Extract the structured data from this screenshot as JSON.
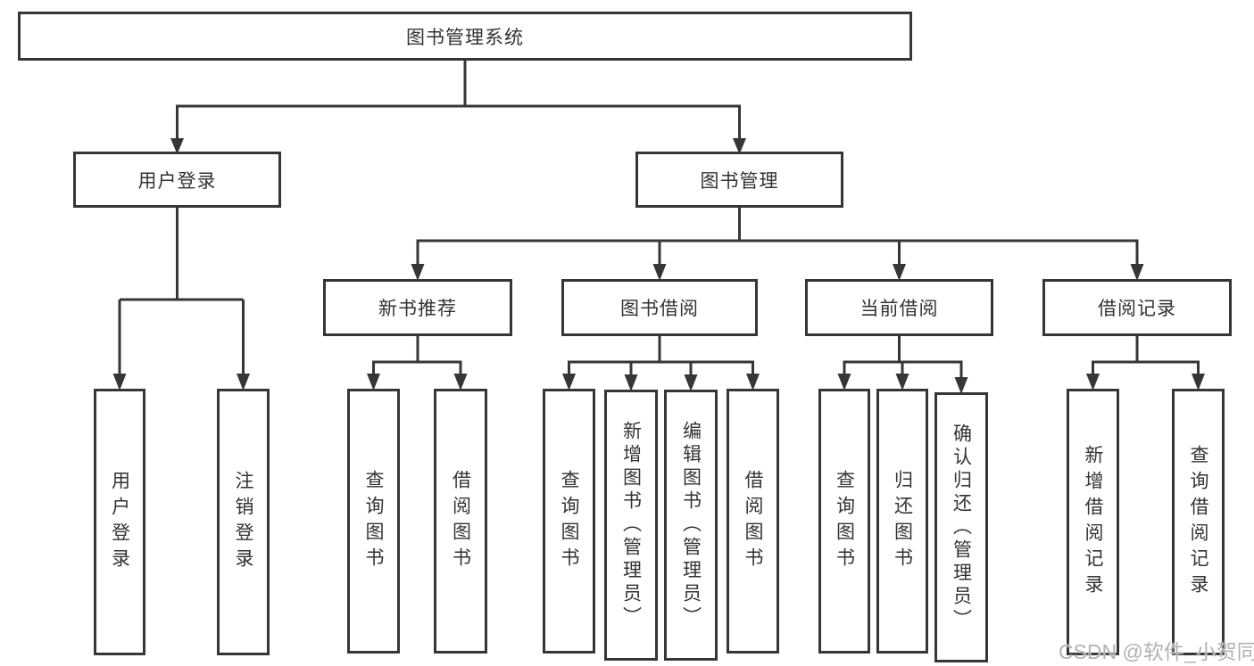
{
  "diagram": {
    "watermark": "CSDN @软件_小贺同学",
    "colors": {
      "line": "#363636",
      "text": "#333333",
      "background": "#ffffff",
      "watermark": "#b2b2b2"
    },
    "tree": {
      "label": "图书管理系统",
      "children": [
        {
          "label": "用户登录",
          "children": [
            {
              "label": "用户登录"
            },
            {
              "label": "注销登录"
            }
          ]
        },
        {
          "label": "图书管理",
          "children": [
            {
              "label": "新书推荐",
              "children": [
                {
                  "label": "查询图书"
                },
                {
                  "label": "借阅图书"
                }
              ]
            },
            {
              "label": "图书借阅",
              "children": [
                {
                  "label": "查询图书"
                },
                {
                  "label": "新增图书（管理员）"
                },
                {
                  "label": "编辑图书（管理员）"
                },
                {
                  "label": "借阅图书"
                }
              ]
            },
            {
              "label": "当前借阅",
              "children": [
                {
                  "label": "查询图书"
                },
                {
                  "label": "归还图书"
                },
                {
                  "label": "确认归还（管理员）"
                }
              ]
            },
            {
              "label": "借阅记录",
              "children": [
                {
                  "label": "新增借阅记录"
                },
                {
                  "label": "查询借阅记录"
                }
              ]
            }
          ]
        }
      ]
    }
  }
}
